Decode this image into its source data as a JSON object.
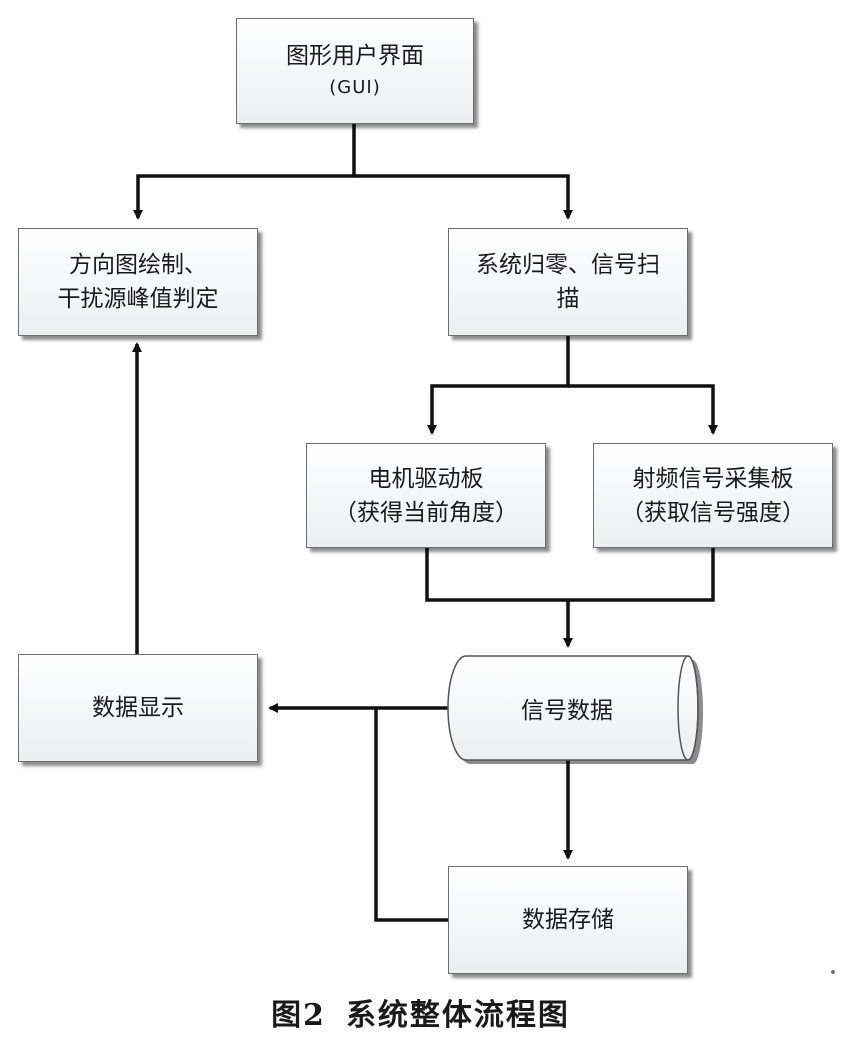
{
  "nodes": {
    "gui": {
      "line1": "图形用户界面",
      "line2": "(GUI)"
    },
    "direction": {
      "line1": "方向图绘制、",
      "line2": "干扰源峰值判定"
    },
    "system_zero": {
      "line1": "系统归零、信号扫",
      "line2": "描"
    },
    "motor": {
      "line1": "电机驱动板",
      "line2": "（获得当前角度）"
    },
    "rf": {
      "line1": "射频信号采集板",
      "line2": "（获取信号强度）"
    },
    "signal_data": {
      "label": "信号数据"
    },
    "data_display": {
      "label": "数据显示"
    },
    "data_storage": {
      "label": "数据存储"
    }
  },
  "caption": {
    "figure_number": "图2",
    "title": "系统整体流程图"
  },
  "colors": {
    "line": "#111111",
    "box_border": "#6e6e6e",
    "box_fill_top": "#ffffff",
    "box_fill_bottom": "#eceef2"
  }
}
